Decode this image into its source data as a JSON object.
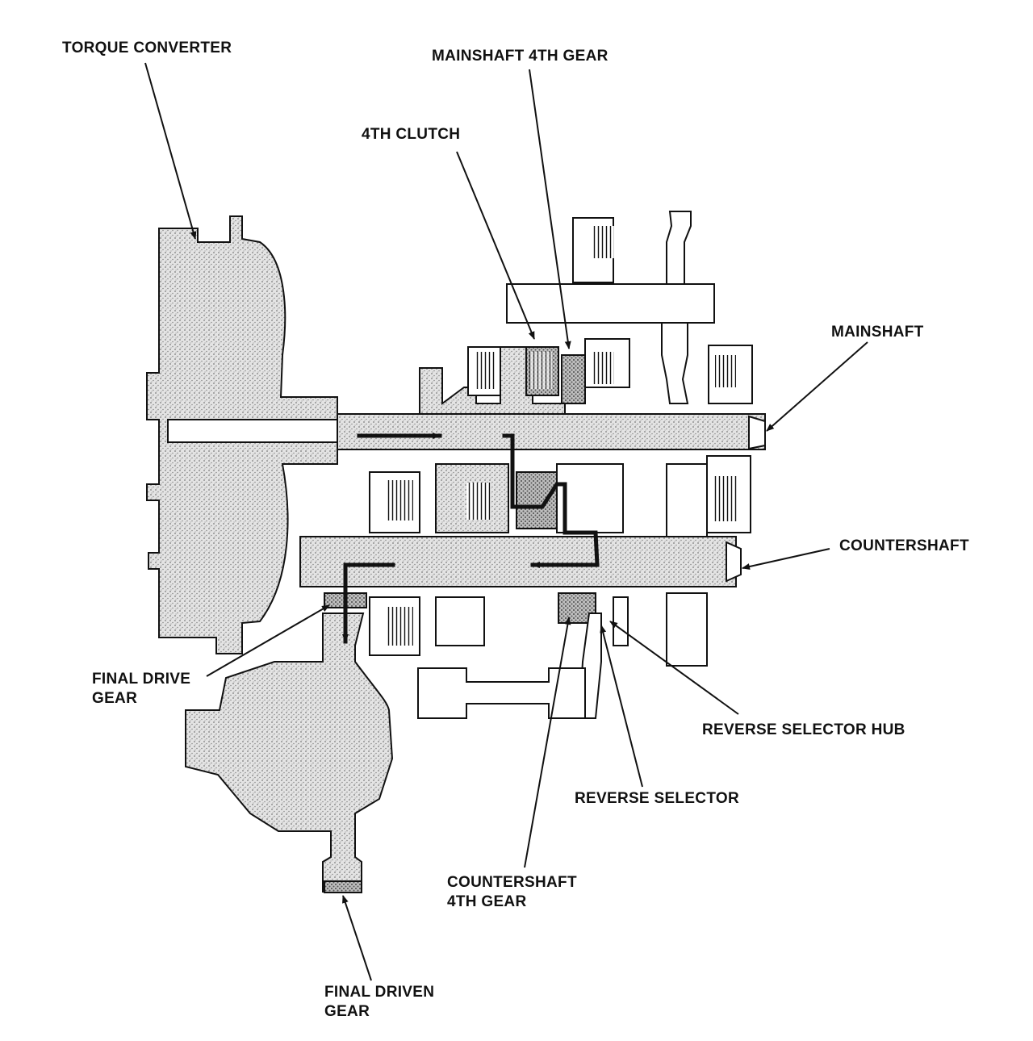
{
  "labels": {
    "torque_converter": "TORQUE CONVERTER",
    "mainshaft_4th_gear": "MAINSHAFT 4TH GEAR",
    "fourth_clutch": "4TH CLUTCH",
    "mainshaft": "MAINSHAFT",
    "countershaft": "COUNTERSHAFT",
    "final_drive_gear": [
      "FINAL DRIVE",
      "GEAR"
    ],
    "reverse_selector_hub": "REVERSE SELECTOR HUB",
    "reverse_selector": "REVERSE SELECTOR",
    "countershaft_4th_gear": [
      "COUNTERSHAFT",
      "4TH GEAR"
    ],
    "final_driven_gear": [
      "FINAL DRIVEN",
      "GEAR"
    ]
  },
  "colors": {
    "ink": "#111111",
    "stipple": "#9a9a9a",
    "stipple_dark": "#6e6e6e",
    "background": "#ffffff"
  }
}
